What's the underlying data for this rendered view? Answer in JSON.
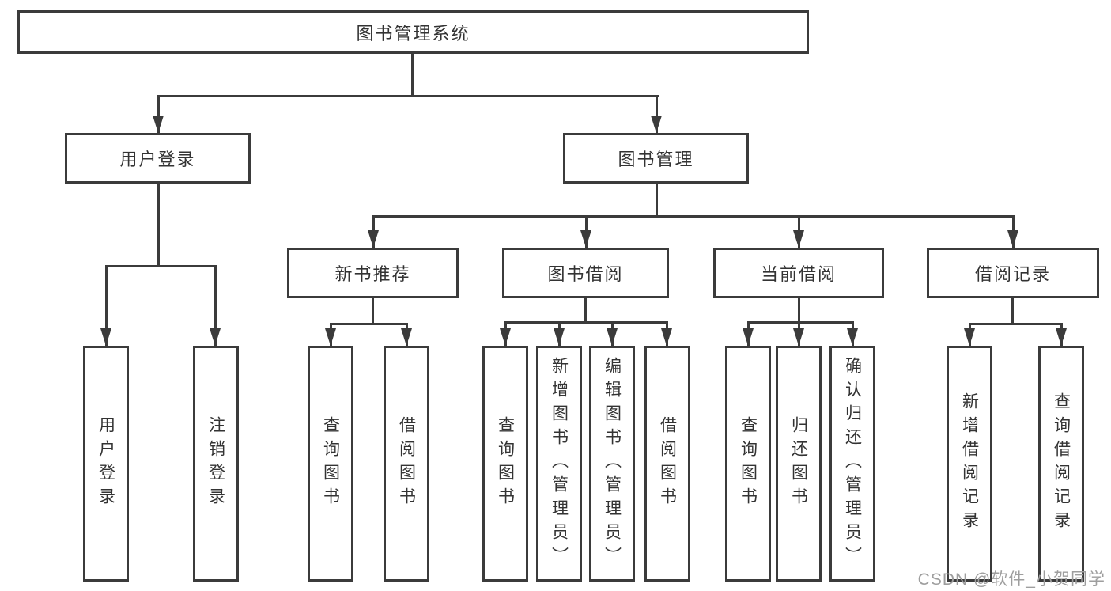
{
  "colors": {
    "line": "#3b3b3b",
    "text": "#333333",
    "background": "#ffffff",
    "watermark": "#9e9e9e"
  },
  "watermark": {
    "text": "CSDN @软件_小贺同学"
  },
  "tree": {
    "label": "图书管理系统",
    "children": [
      {
        "label": "用户登录",
        "children": [
          {
            "label": "用户登录"
          },
          {
            "label": "注销登录"
          }
        ]
      },
      {
        "label": "图书管理",
        "children": [
          {
            "label": "新书推荐",
            "children": [
              {
                "label": "查询图书"
              },
              {
                "label": "借阅图书"
              }
            ]
          },
          {
            "label": "图书借阅",
            "children": [
              {
                "label": "查询图书"
              },
              {
                "label": "新增图书（管理员）"
              },
              {
                "label": "编辑图书（管理员）"
              },
              {
                "label": "借阅图书"
              }
            ]
          },
          {
            "label": "当前借阅",
            "children": [
              {
                "label": "查询图书"
              },
              {
                "label": "归还图书"
              },
              {
                "label": "确认归还（管理员）"
              }
            ]
          },
          {
            "label": "借阅记录",
            "children": [
              {
                "label": "新增借阅记录"
              },
              {
                "label": "查询借阅记录"
              }
            ]
          }
        ]
      }
    ]
  }
}
